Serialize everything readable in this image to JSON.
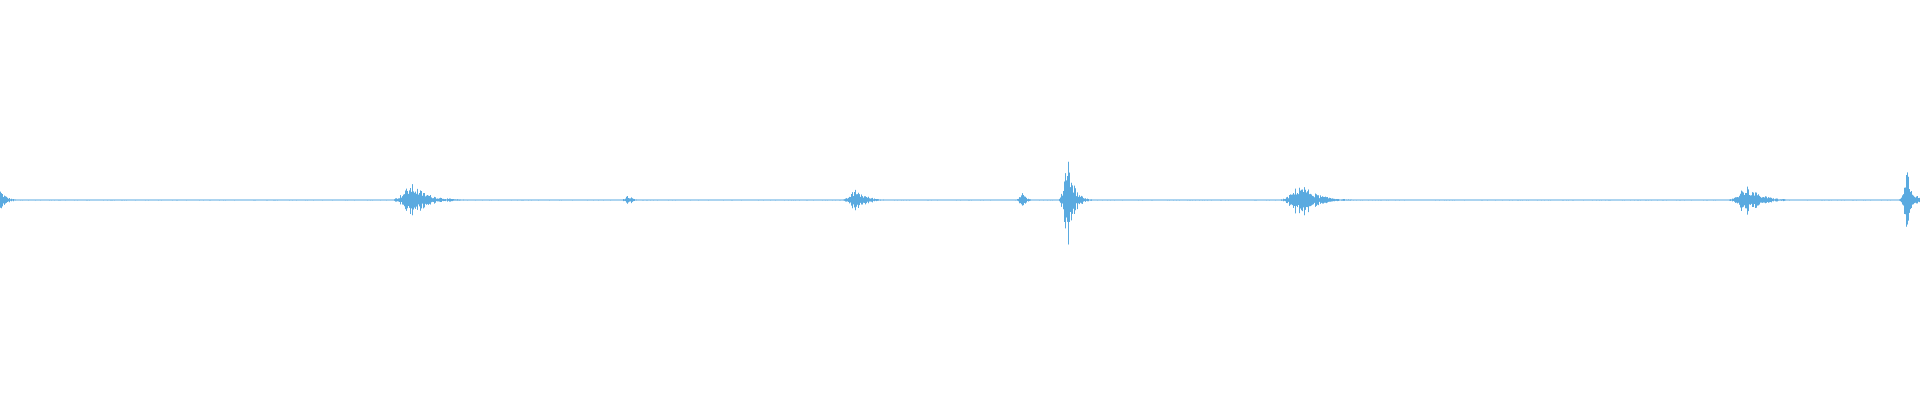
{
  "waveform": {
    "color": "#5aaae0",
    "background": "#ffffff",
    "duration_fraction_range": [
      0,
      1
    ],
    "baseline_amplitude": 0.004,
    "bursts": [
      {
        "position": 0.0,
        "width": 0.012,
        "amplitude": 0.12
      },
      {
        "position": 0.215,
        "width": 0.034,
        "amplitude": 0.18
      },
      {
        "position": 0.327,
        "width": 0.01,
        "amplitude": 0.06
      },
      {
        "position": 0.446,
        "width": 0.022,
        "amplitude": 0.12
      },
      {
        "position": 0.532,
        "width": 0.008,
        "amplitude": 0.09
      },
      {
        "position": 0.556,
        "width": 0.012,
        "amplitude": 0.55
      },
      {
        "position": 0.678,
        "width": 0.034,
        "amplitude": 0.18
      },
      {
        "position": 0.91,
        "width": 0.03,
        "amplitude": 0.16
      },
      {
        "position": 0.993,
        "width": 0.01,
        "amplitude": 0.42
      }
    ]
  }
}
